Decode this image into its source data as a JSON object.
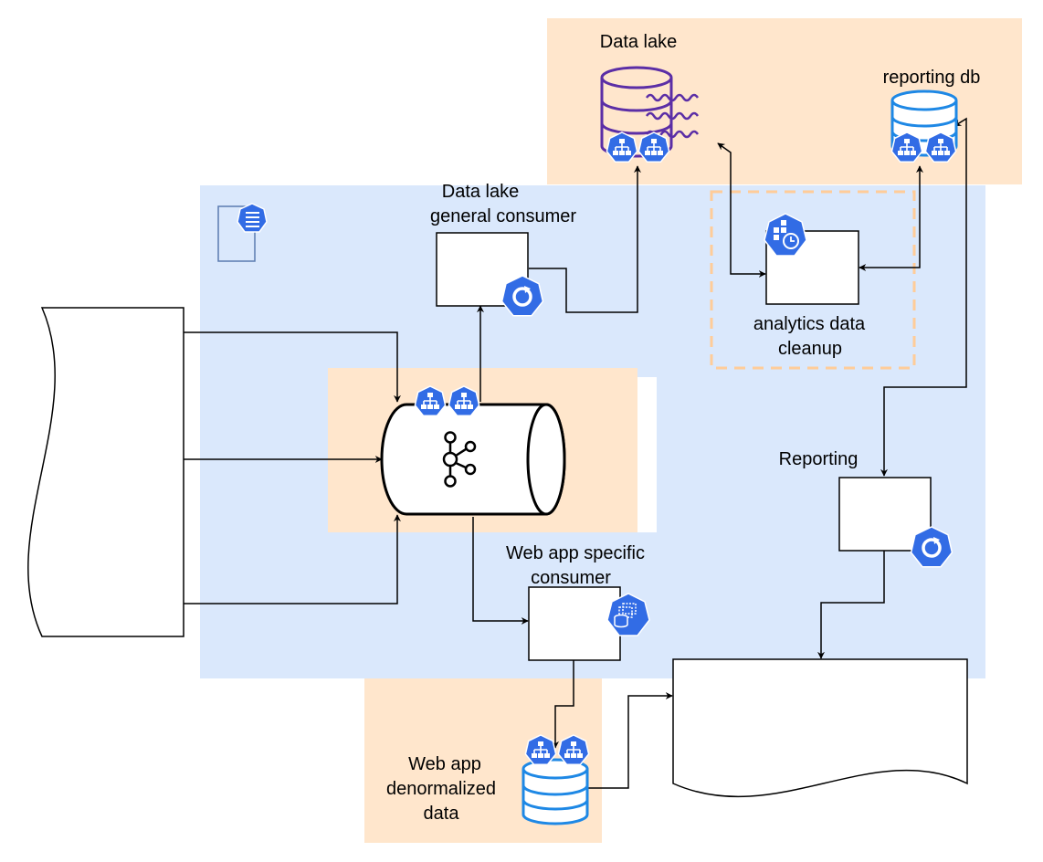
{
  "colors": {
    "cluster_fill": "#dae8fc",
    "zone_fill": "#ffe6cc",
    "dashed_border": "#ffcc99",
    "k8s_blue": "#326ce5",
    "lake_purple": "#5b2ea6",
    "db_blue": "#1e88e5"
  },
  "labels": {
    "data_lake": "Data lake",
    "reporting_db": "reporting db",
    "lake_consumer_1": "Data lake",
    "lake_consumer_2": "general consumer",
    "cleanup_1": "analytics data",
    "cleanup_2": "cleanup",
    "reporting": "Reporting",
    "web_consumer_1": "Web app specific",
    "web_consumer_2": "consumer",
    "web_data_1": "Web app",
    "web_data_2": "denormalized",
    "web_data_3": "data"
  },
  "icons": {
    "namespace": "k8s-namespace-icon",
    "service": "k8s-service-icon",
    "cronjob": "k8s-cronjob-icon",
    "deployment": "k8s-deployment-icon",
    "statefulset": "k8s-statefulset-icon",
    "kafka": "kafka-icon",
    "data_lake": "data-lake-icon",
    "database": "database-icon"
  }
}
